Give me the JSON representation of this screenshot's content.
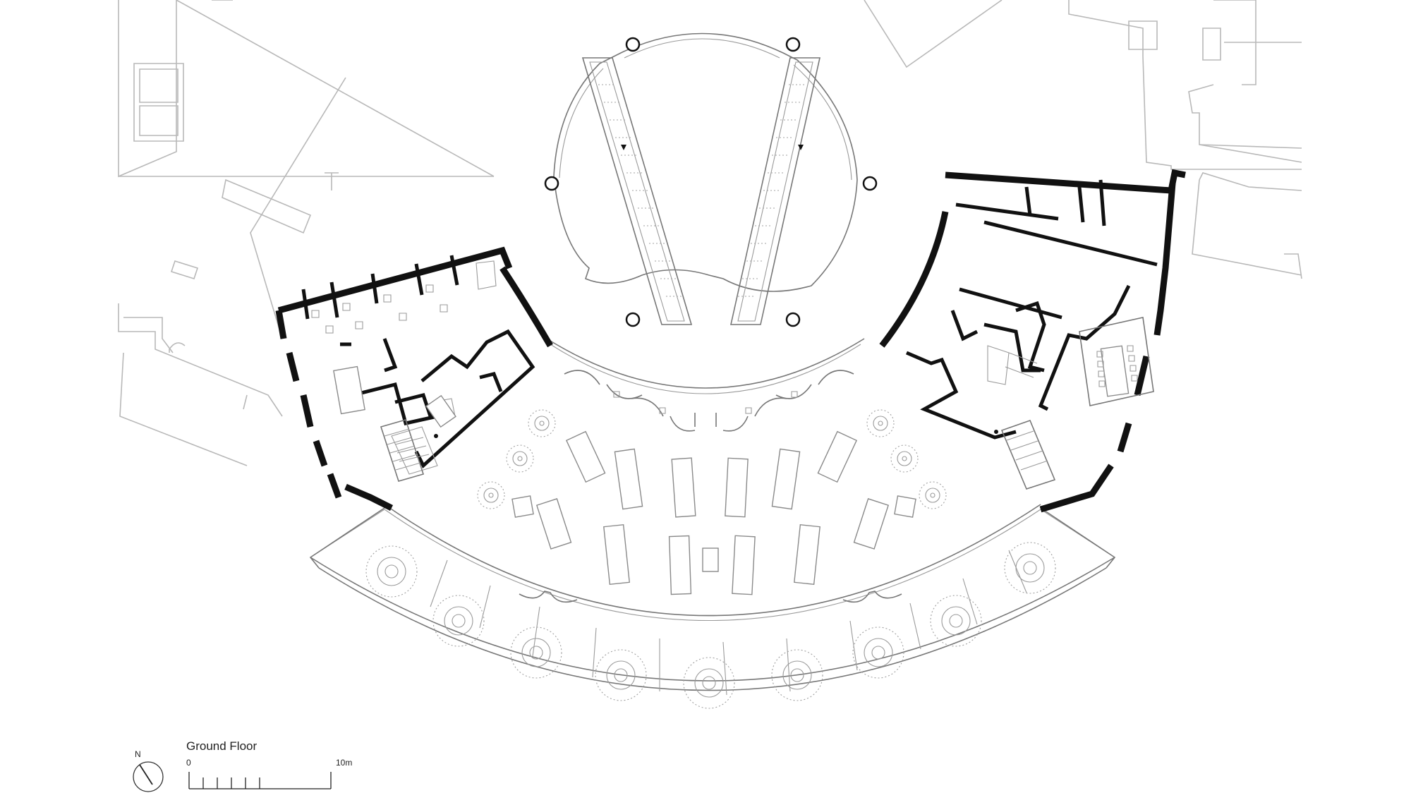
{
  "plan": {
    "title": "Ground Floor"
  },
  "north_arrow": {
    "label": "N"
  },
  "scale_bar": {
    "start_label": "0",
    "end_label": "10m"
  }
}
